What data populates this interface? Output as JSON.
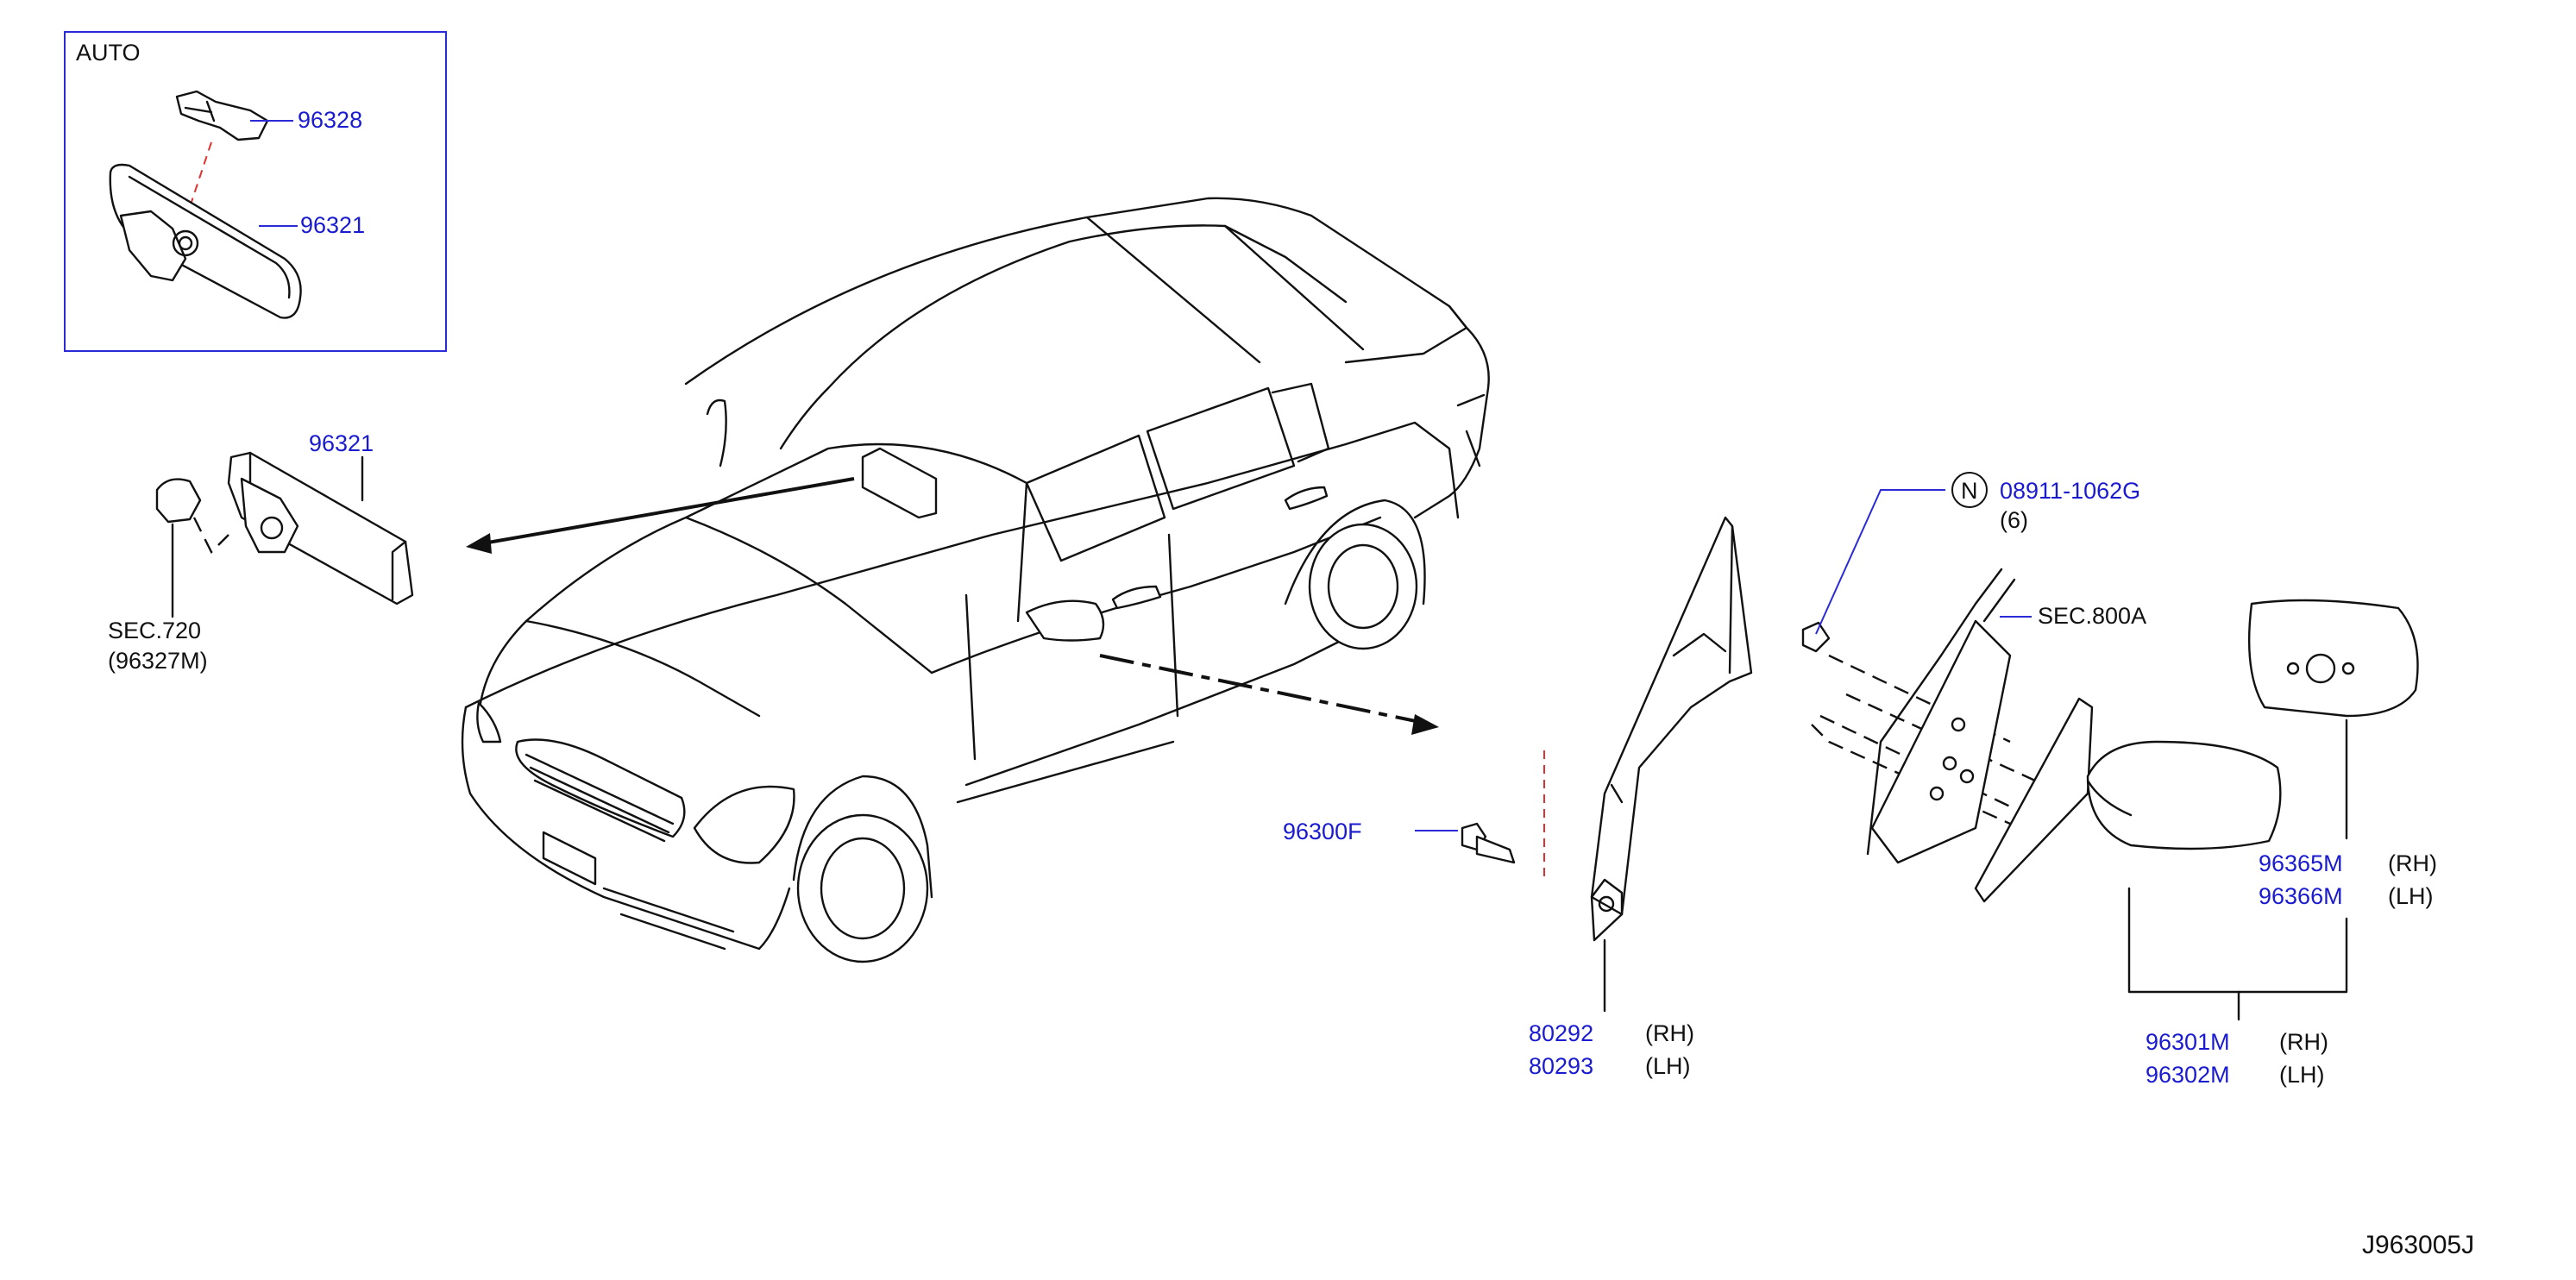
{
  "colors": {
    "part_number": "#1a1ad0",
    "leader": "#2a2ad8",
    "line": "#111111",
    "inset_frame": "#2a2ad8",
    "accent_dash": "#e03030"
  },
  "inset": {
    "title": "AUTO"
  },
  "parts": {
    "p96328": "96328",
    "p96321_inset": "96321",
    "p96321": "96321",
    "sec_mirror_a": "SEC.720",
    "sec_mirror_b": "(96327M)",
    "p08911": "08911-1062G",
    "p08911_qty": "(6)",
    "nut_symbol": "N",
    "sec_800a": "SEC.800A",
    "p96300f": "96300F",
    "p80292": "80292",
    "p80292_side": "(RH)",
    "p80293": "80293",
    "p80293_side": "(LH)",
    "p96365m": "96365M",
    "p96365m_side": "(RH)",
    "p96366m": "96366M",
    "p96366m_side": "(LH)",
    "p96301m": "96301M",
    "p96301m_side": "(RH)",
    "p96302m": "96302M",
    "p96302m_side": "(LH)"
  },
  "drawing_id": "J963005J"
}
